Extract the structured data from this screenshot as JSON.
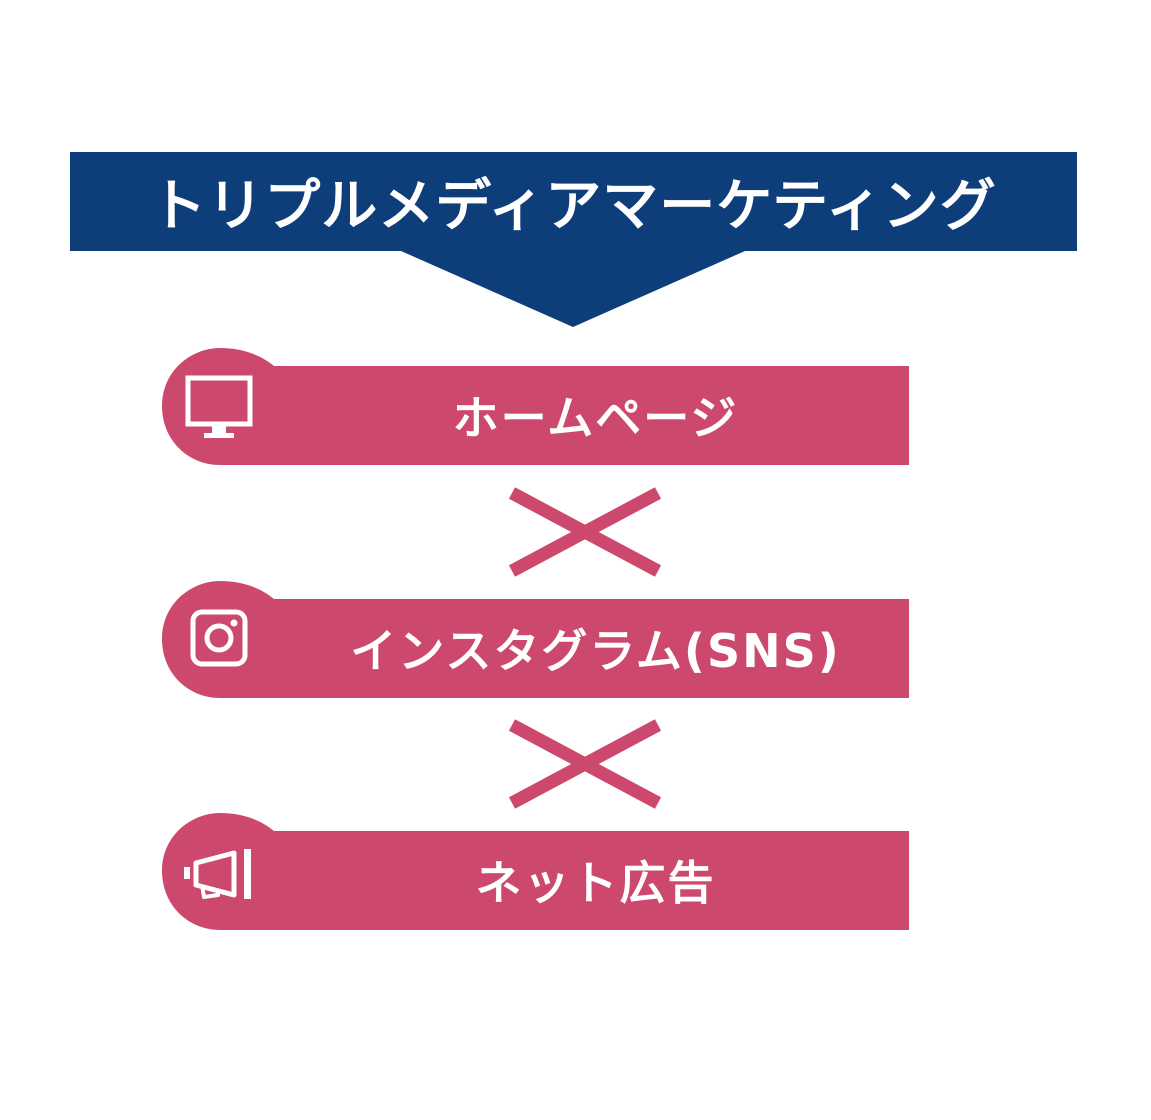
{
  "colors": {
    "navy": "#0e3e7a",
    "accent": "#cc486c",
    "white": "#ffffff"
  },
  "header": {
    "title": "トリプルメディアマーケティング"
  },
  "items": [
    {
      "label": "ホームページ",
      "icon": "monitor-icon"
    },
    {
      "label": "インスタグラム(SNS)",
      "icon": "instagram-icon"
    },
    {
      "label": "ネット広告",
      "icon": "megaphone-icon"
    }
  ],
  "connector": "cross-multiply-icon"
}
